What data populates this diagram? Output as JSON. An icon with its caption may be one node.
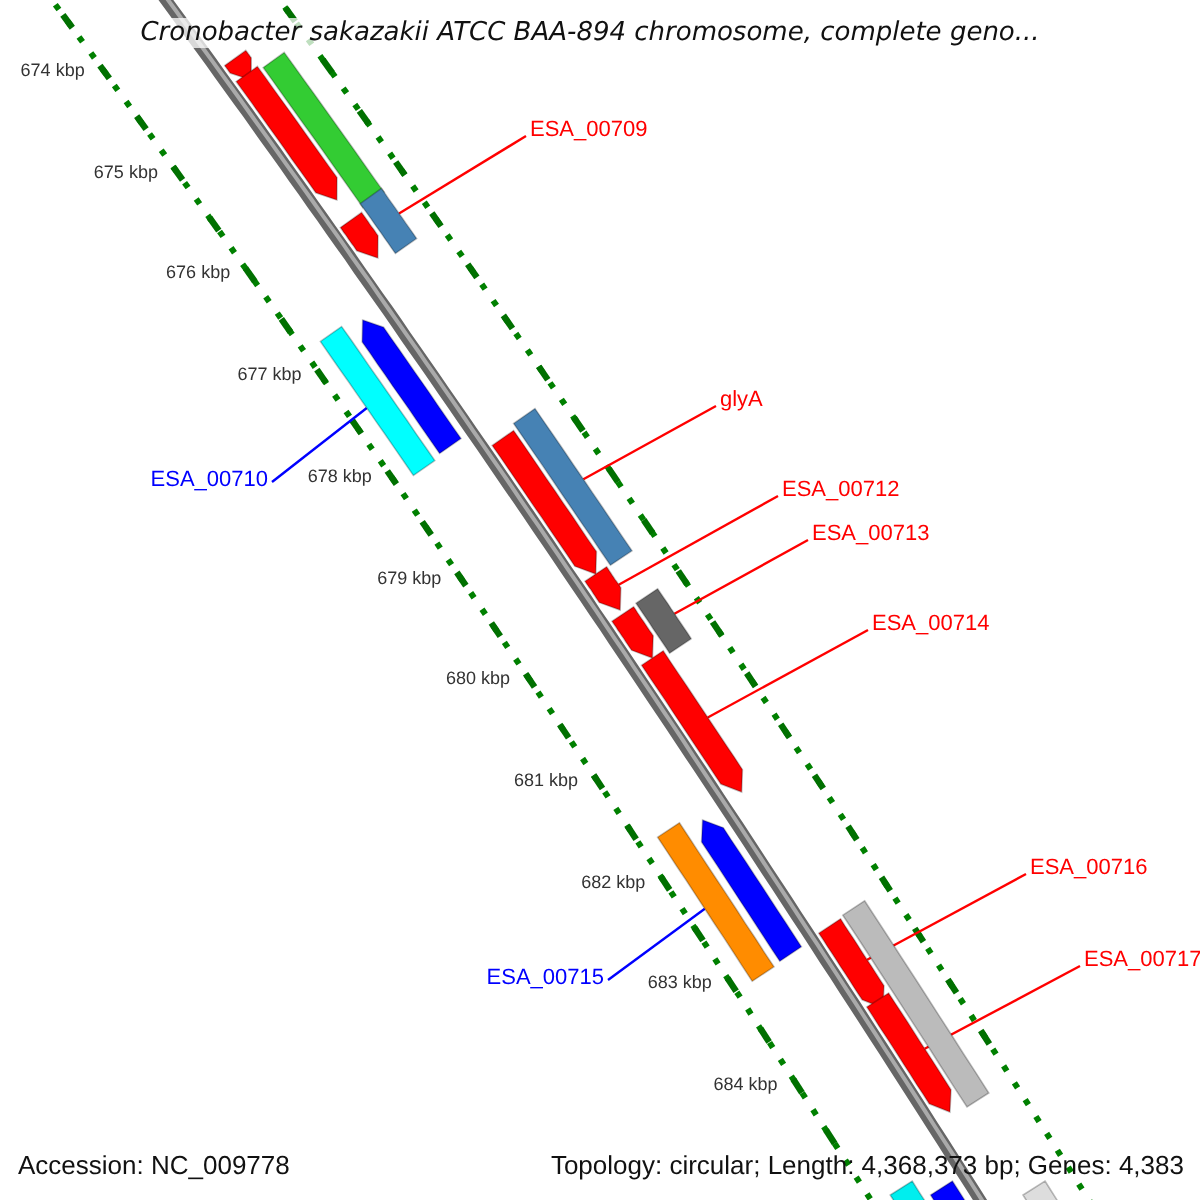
{
  "diagram": {
    "title": "Cronobacter sakazakii ATCC BAA-894 chromosome, complete geno...",
    "nodes": [
      {
        "text": [
          "ESA_00709"
        ]
      },
      {
        "text": [
          "ESA_00710"
        ]
      },
      {
        "text": [
          "glyA"
        ]
      },
      {
        "text": [
          "ESA_00712"
        ]
      },
      {
        "text": [
          "ESA_00713"
        ]
      },
      {
        "text": [
          "ESA_00714"
        ]
      },
      {
        "text": [
          "ESA_00715"
        ]
      },
      {
        "text": [
          "ESA_00716"
        ]
      },
      {
        "text": [
          "ESA_00717"
        ]
      },
      {
        "text": [],
        "shape": "arrow"
      },
      {
        "text": [],
        "shape": "arrow"
      },
      {
        "text": [],
        "shape": "arrow"
      },
      {
        "text": [],
        "shape": "arrow"
      },
      {
        "text": [],
        "shape": "arrow"
      },
      {
        "text": [],
        "shape": "arrow"
      },
      {
        "text": [],
        "shape": "arrow"
      },
      {
        "text": [],
        "shape": "arrow"
      },
      {
        "text": [],
        "shape": "arrow"
      },
      {
        "text": [],
        "shape": "arrow"
      },
      {
        "text": [],
        "shape": "arrow"
      },
      {
        "text": [],
        "shape": "arrow"
      },
      {
        "text": [],
        "shape": "arrow"
      },
      {
        "text": [],
        "shape": "arrow"
      },
      {
        "text": [],
        "shape": "arrow"
      },
      {
        "text": [],
        "shape": "arrow"
      },
      {
        "text": [],
        "shape": "arrow"
      },
      {
        "text": [],
        "shape": "arrow"
      },
      {
        "text": [],
        "shape": "arrow"
      },
      {
        "text": [],
        "shape": "arrow"
      },
      {
        "text": [],
        "shape": "arrow"
      }
    ],
    "edges": [
      {
        "from": 0,
        "to": 12,
        "arrow": "none"
      },
      {
        "from": 1,
        "to": 15,
        "arrow": "none",
        "color": "#0000ff"
      },
      {
        "from": 2,
        "to": 16,
        "arrow": "none"
      },
      {
        "from": 3,
        "to": 18,
        "arrow": "none"
      },
      {
        "from": 4,
        "to": 19,
        "arrow": "none"
      },
      {
        "from": 5,
        "to": 21,
        "arrow": "none"
      },
      {
        "from": 6,
        "to": 23,
        "arrow": "none",
        "color": "#0000ff"
      },
      {
        "from": 7,
        "to": 25,
        "arrow": "none"
      },
      {
        "from": 8,
        "to": 26,
        "arrow": "none"
      }
    ],
    "labels": [
      "674 kbp",
      "675 kbp",
      "676 kbp",
      "677 kbp",
      "678 kbp",
      "679 kbp",
      "680 kbp",
      "681 kbp",
      "682 kbp",
      "683 kbp",
      "684 kbp",
      "Accession: NC_009778",
      "Topology: circular; Length: 4,368,373 bp; Genes: 4,383"
    ]
  }
}
